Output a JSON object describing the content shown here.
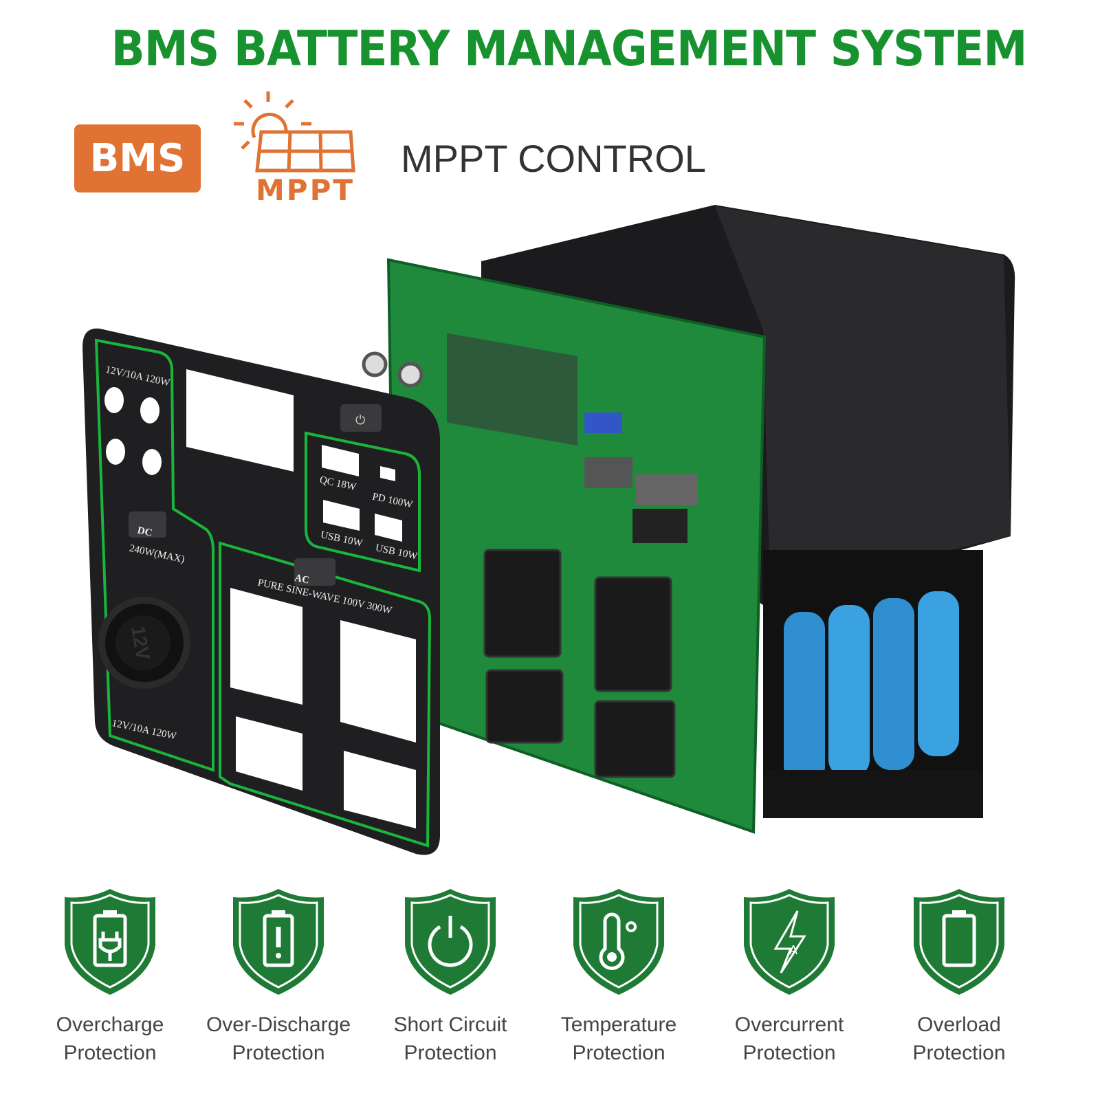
{
  "header": {
    "title": "BMS BATTERY MANAGEMENT SYSTEM"
  },
  "badges": {
    "bms": "BMS",
    "mppt": "MPPT",
    "mppt_control": "MPPT CONTROL"
  },
  "panel": {
    "car_port": "12V/10A 120W",
    "dc_button": "DC",
    "dc_rating": "240W(MAX)",
    "qc": "QC 18W",
    "pd": "PD 100W",
    "usb1": "USB 10W",
    "usb2": "USB 10W",
    "ac_button": "AC",
    "ac_rating": "PURE SINE-WAVE 100V 300W",
    "socket_text": "12V",
    "socket_rating": "12V/10A 120W"
  },
  "features": [
    {
      "line1": "Overcharge",
      "line2": "Protection",
      "icon": "battery-plug-icon"
    },
    {
      "line1": "Over-Discharge",
      "line2": "Protection",
      "icon": "battery-warning-icon"
    },
    {
      "line1": "Short Circuit",
      "line2": "Protection",
      "icon": "power-icon"
    },
    {
      "line1": "Temperature",
      "line2": "Protection",
      "icon": "thermometer-icon"
    },
    {
      "line1": "Overcurrent",
      "line2": "Protection",
      "icon": "lightning-icon"
    },
    {
      "line1": "Overload",
      "line2": "Protection",
      "icon": "battery-icon"
    }
  ],
  "colors": {
    "green": "#17922f",
    "orange": "#e07233",
    "shield": "#1e7a34"
  }
}
